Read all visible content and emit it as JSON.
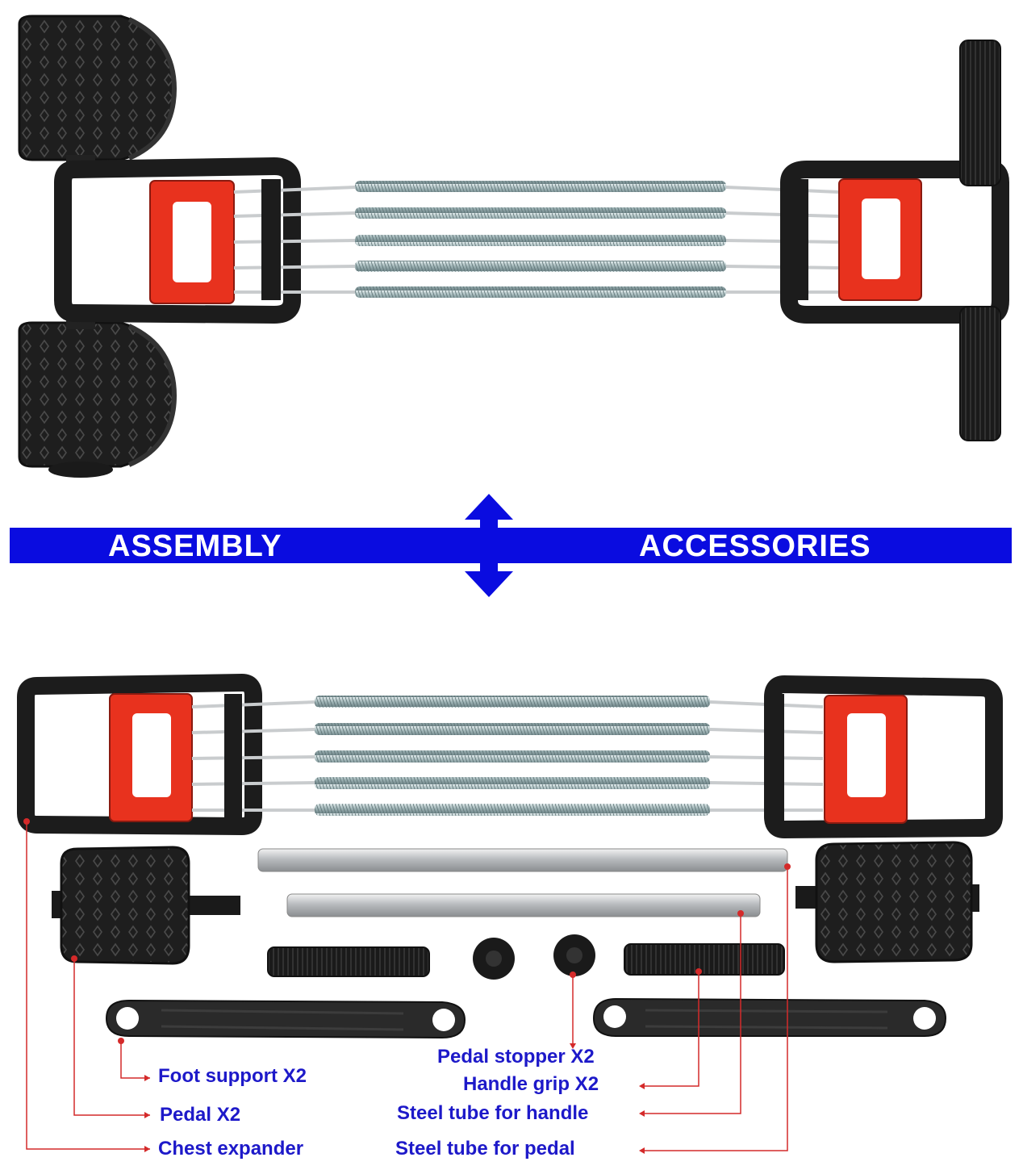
{
  "banner": {
    "left": "ASSEMBLY",
    "right": "ACCESSORIES",
    "color": "#0a0ce0"
  },
  "labels": {
    "foot_support": "Foot support X2",
    "pedal": "Pedal X2",
    "chest_expander": "Chest expander",
    "pedal_stopper": "Pedal stopper X2",
    "handle_grip": "Handle grip X2",
    "steel_tube_handle": "Steel tube for handle",
    "steel_tube_pedal": "Steel tube for pedal"
  },
  "colors": {
    "label_text": "#1d19c9",
    "leader_line": "#d42a2a",
    "handle_red": "#e8321e",
    "frame_black": "#1c1c1c"
  }
}
